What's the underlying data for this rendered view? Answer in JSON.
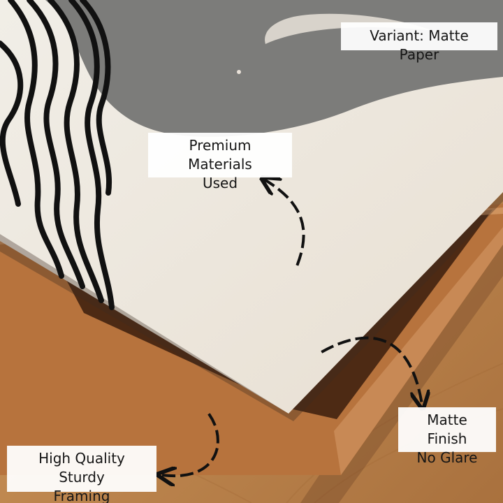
{
  "badges": {
    "variant": "Variant: Matte Paper",
    "premium": {
      "line1": "Premium Materials",
      "line2": "Used"
    },
    "matte": {
      "line1": "Matte Finish",
      "line2": "No Glare"
    },
    "framing": {
      "line1": "High Quality Sturdy",
      "line2": "Framing"
    }
  },
  "colors": {
    "paper": "#ece6dc",
    "wood_floor": "#c89a63",
    "frame": "#b8743f",
    "ink": "#151515",
    "wash": "#7c7c7a"
  },
  "icons": [
    "dashed-arrow-icon"
  ]
}
